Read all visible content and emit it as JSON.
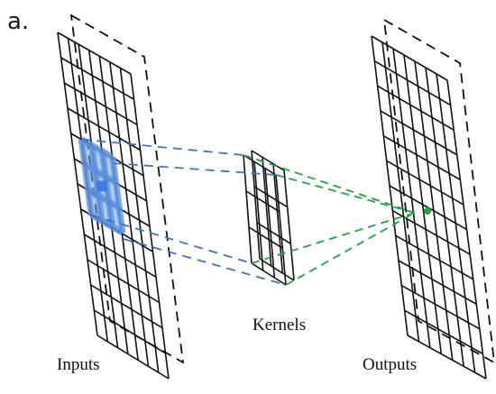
{
  "panel_label": "a.",
  "labels": {
    "inputs": "Inputs",
    "kernels": "Kernels",
    "outputs": "Outputs"
  },
  "colors": {
    "grid": "#111111",
    "receptive_field": "#5b8fdc",
    "input_to_kernel_lines": "#4472c4",
    "kernel_to_output_lines": "#22a34a",
    "output_dot": "#22a34a"
  }
}
